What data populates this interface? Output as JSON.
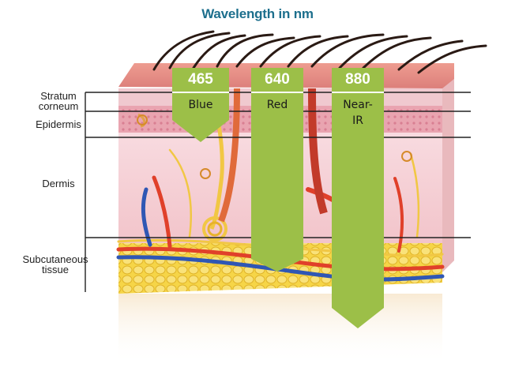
{
  "diagram": {
    "title": "Wavelength in nm",
    "layers": [
      {
        "name_line1": "Stratum",
        "name_line2": "corneum"
      },
      {
        "name_line1": "Epidermis",
        "name_line2": ""
      },
      {
        "name_line1": "Dermis",
        "name_line2": ""
      },
      {
        "name_line1": "Subcutaneous",
        "name_line2": "tissue"
      }
    ],
    "bands": [
      {
        "wavelength": "465",
        "name_line1": "Blue",
        "name_line2": "",
        "reaches": "epidermis"
      },
      {
        "wavelength": "640",
        "name_line1": "Red",
        "name_line2": "",
        "reaches": "subcutaneous tissue (upper)"
      },
      {
        "wavelength": "880",
        "name_line1": "Near-",
        "name_line2": "IR",
        "reaches": "subcutaneous tissue (deep)"
      }
    ],
    "colors": {
      "title": "#1d6f8d",
      "band_fill": "#9cbf48",
      "skin_top": "#e4938b",
      "epidermis": "#e7a3ae",
      "dermis": "#f7d3d8",
      "fat": "#f4d23c",
      "artery": "#e0402a",
      "vein": "#2f57b4",
      "nerve": "#f1c744",
      "hair": "#2a1a14"
    }
  }
}
